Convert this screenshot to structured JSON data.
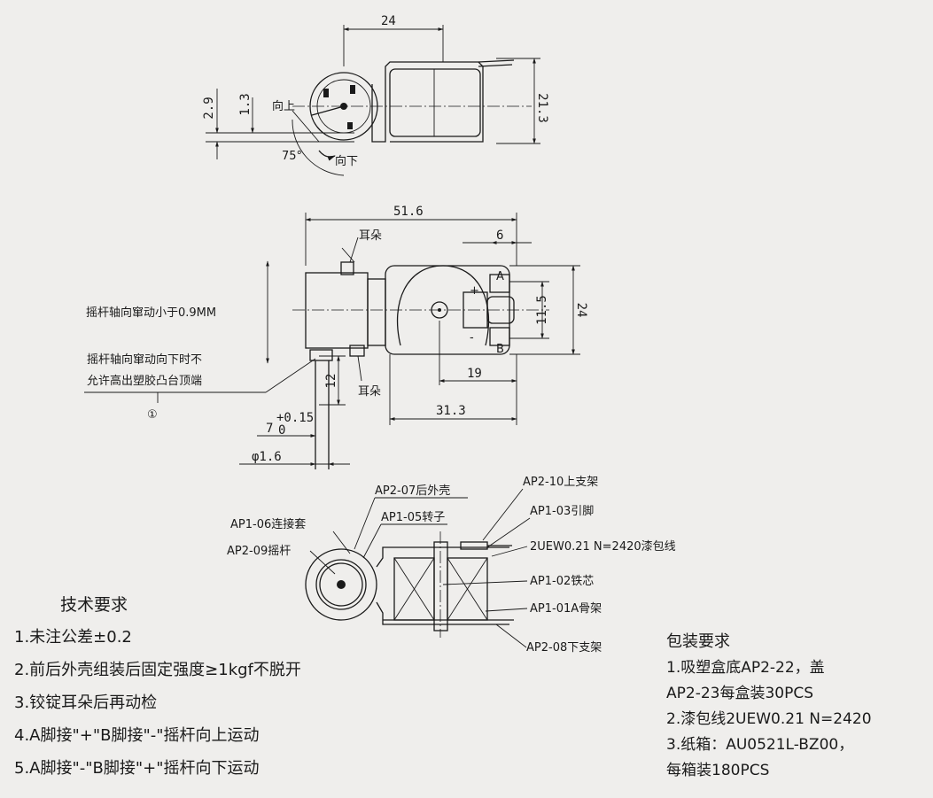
{
  "top_view": {
    "dim_width": "24",
    "dim_height": "21.3",
    "dim_left_a": "2.9",
    "dim_left_b": "1.3",
    "label_up": "向上",
    "label_down": "向下",
    "angle": "75°"
  },
  "mid_view": {
    "dim_overall": "51.6",
    "dim_6": "6",
    "dim_11_5": "11.5",
    "dim_24": "24",
    "dim_19": "19",
    "dim_31_3": "31.3",
    "dim_12": "12",
    "dim_7": "7",
    "dim_7_tol_upper": "+0.15",
    "dim_7_tol_lower": "0",
    "dim_dia": "φ1.6",
    "ear_top": "耳朵",
    "ear_bottom": "耳朵",
    "pin_a": "A",
    "pin_b": "B",
    "note_1": "摇杆轴向窜动小于0.9MM",
    "note_2_line1": "摇杆轴向窜动向下时不",
    "note_2_line2": "允许高出塑胶凸台顶端",
    "note_mark": "①"
  },
  "assembly": {
    "parts": [
      "AP2-07后外壳",
      "AP2-10上支架",
      "AP1-06连接套",
      "AP1-05转子",
      "AP1-03引脚",
      "AP2-09摇杆",
      "2UEW0.21 N=2420漆包线",
      "AP1-02铁芯",
      "AP1-01A骨架",
      "AP2-08下支架"
    ]
  },
  "tech_requirements": {
    "title": "技术要求",
    "items": [
      "1.未注公差±0.2",
      "2.前后外壳组装后固定强度≥1kgf不脱开",
      "3.铰锭耳朵后再动检",
      "4.A脚接\"+\"B脚接\"-\"摇杆向上运动",
      "5.A脚接\"-\"B脚接\"+\"摇杆向下运动"
    ]
  },
  "packaging": {
    "title": "包装要求",
    "items": [
      "1.吸塑盒底AP2-22，盖",
      "AP2-23每盒装30PCS",
      "2.漆包线2UEW0.21 N=2420",
      "3.纸箱：AU0521L-BZ00，",
      "每箱装180PCS"
    ]
  }
}
